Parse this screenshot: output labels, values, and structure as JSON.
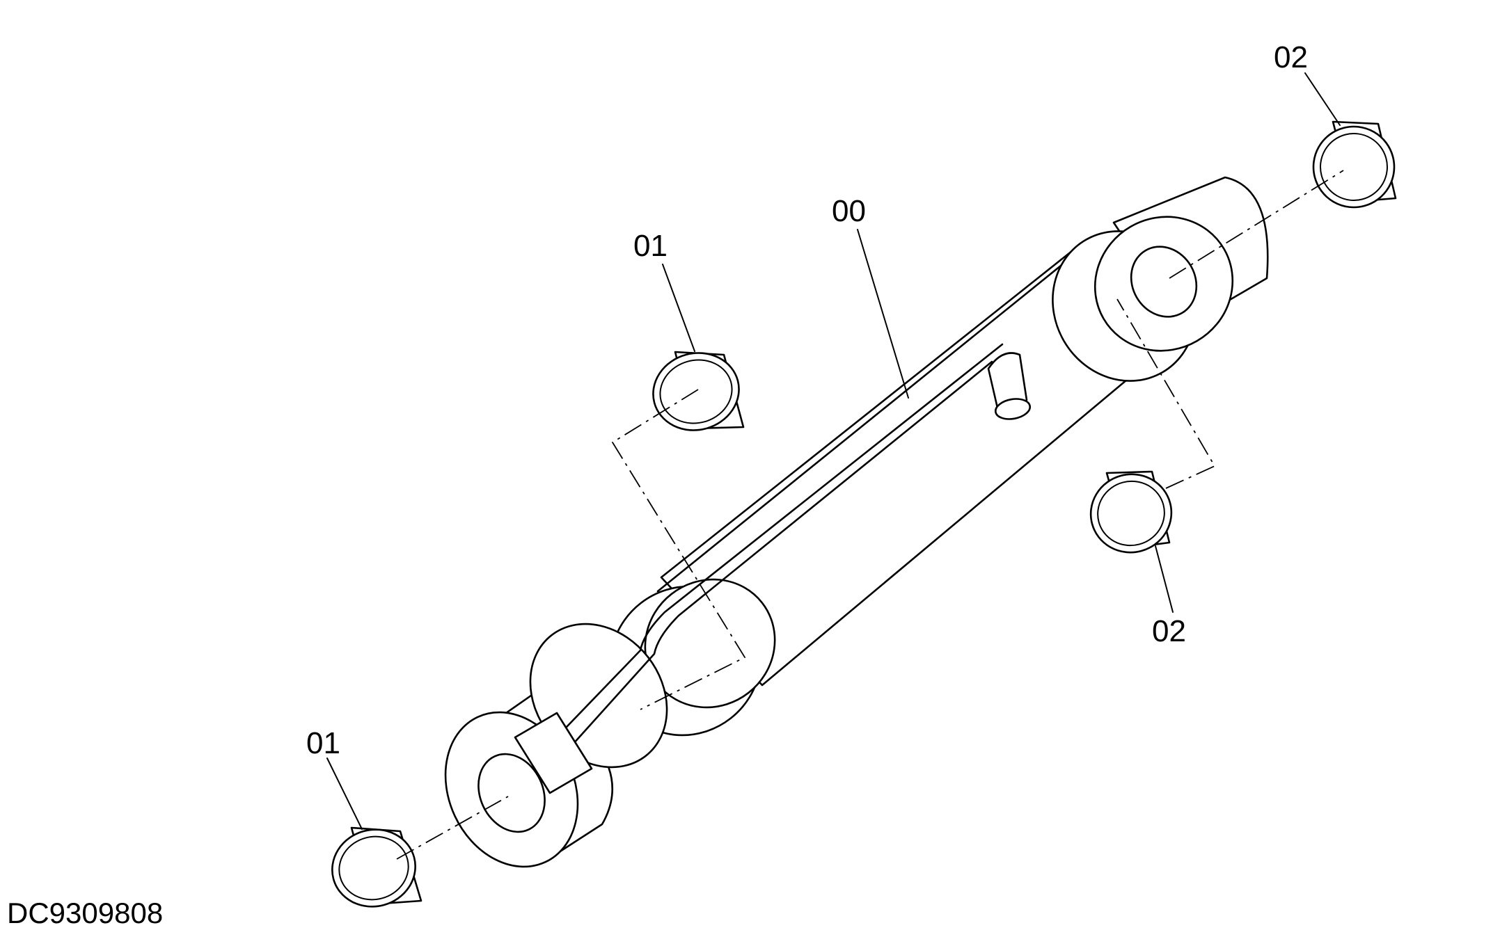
{
  "drawing_code": "DC9309808",
  "callouts": {
    "cylinder": "00",
    "bushing_top_left": "01",
    "bushing_bottom_left": "01",
    "bushing_top_right": "02",
    "bushing_middle_right": "02"
  }
}
